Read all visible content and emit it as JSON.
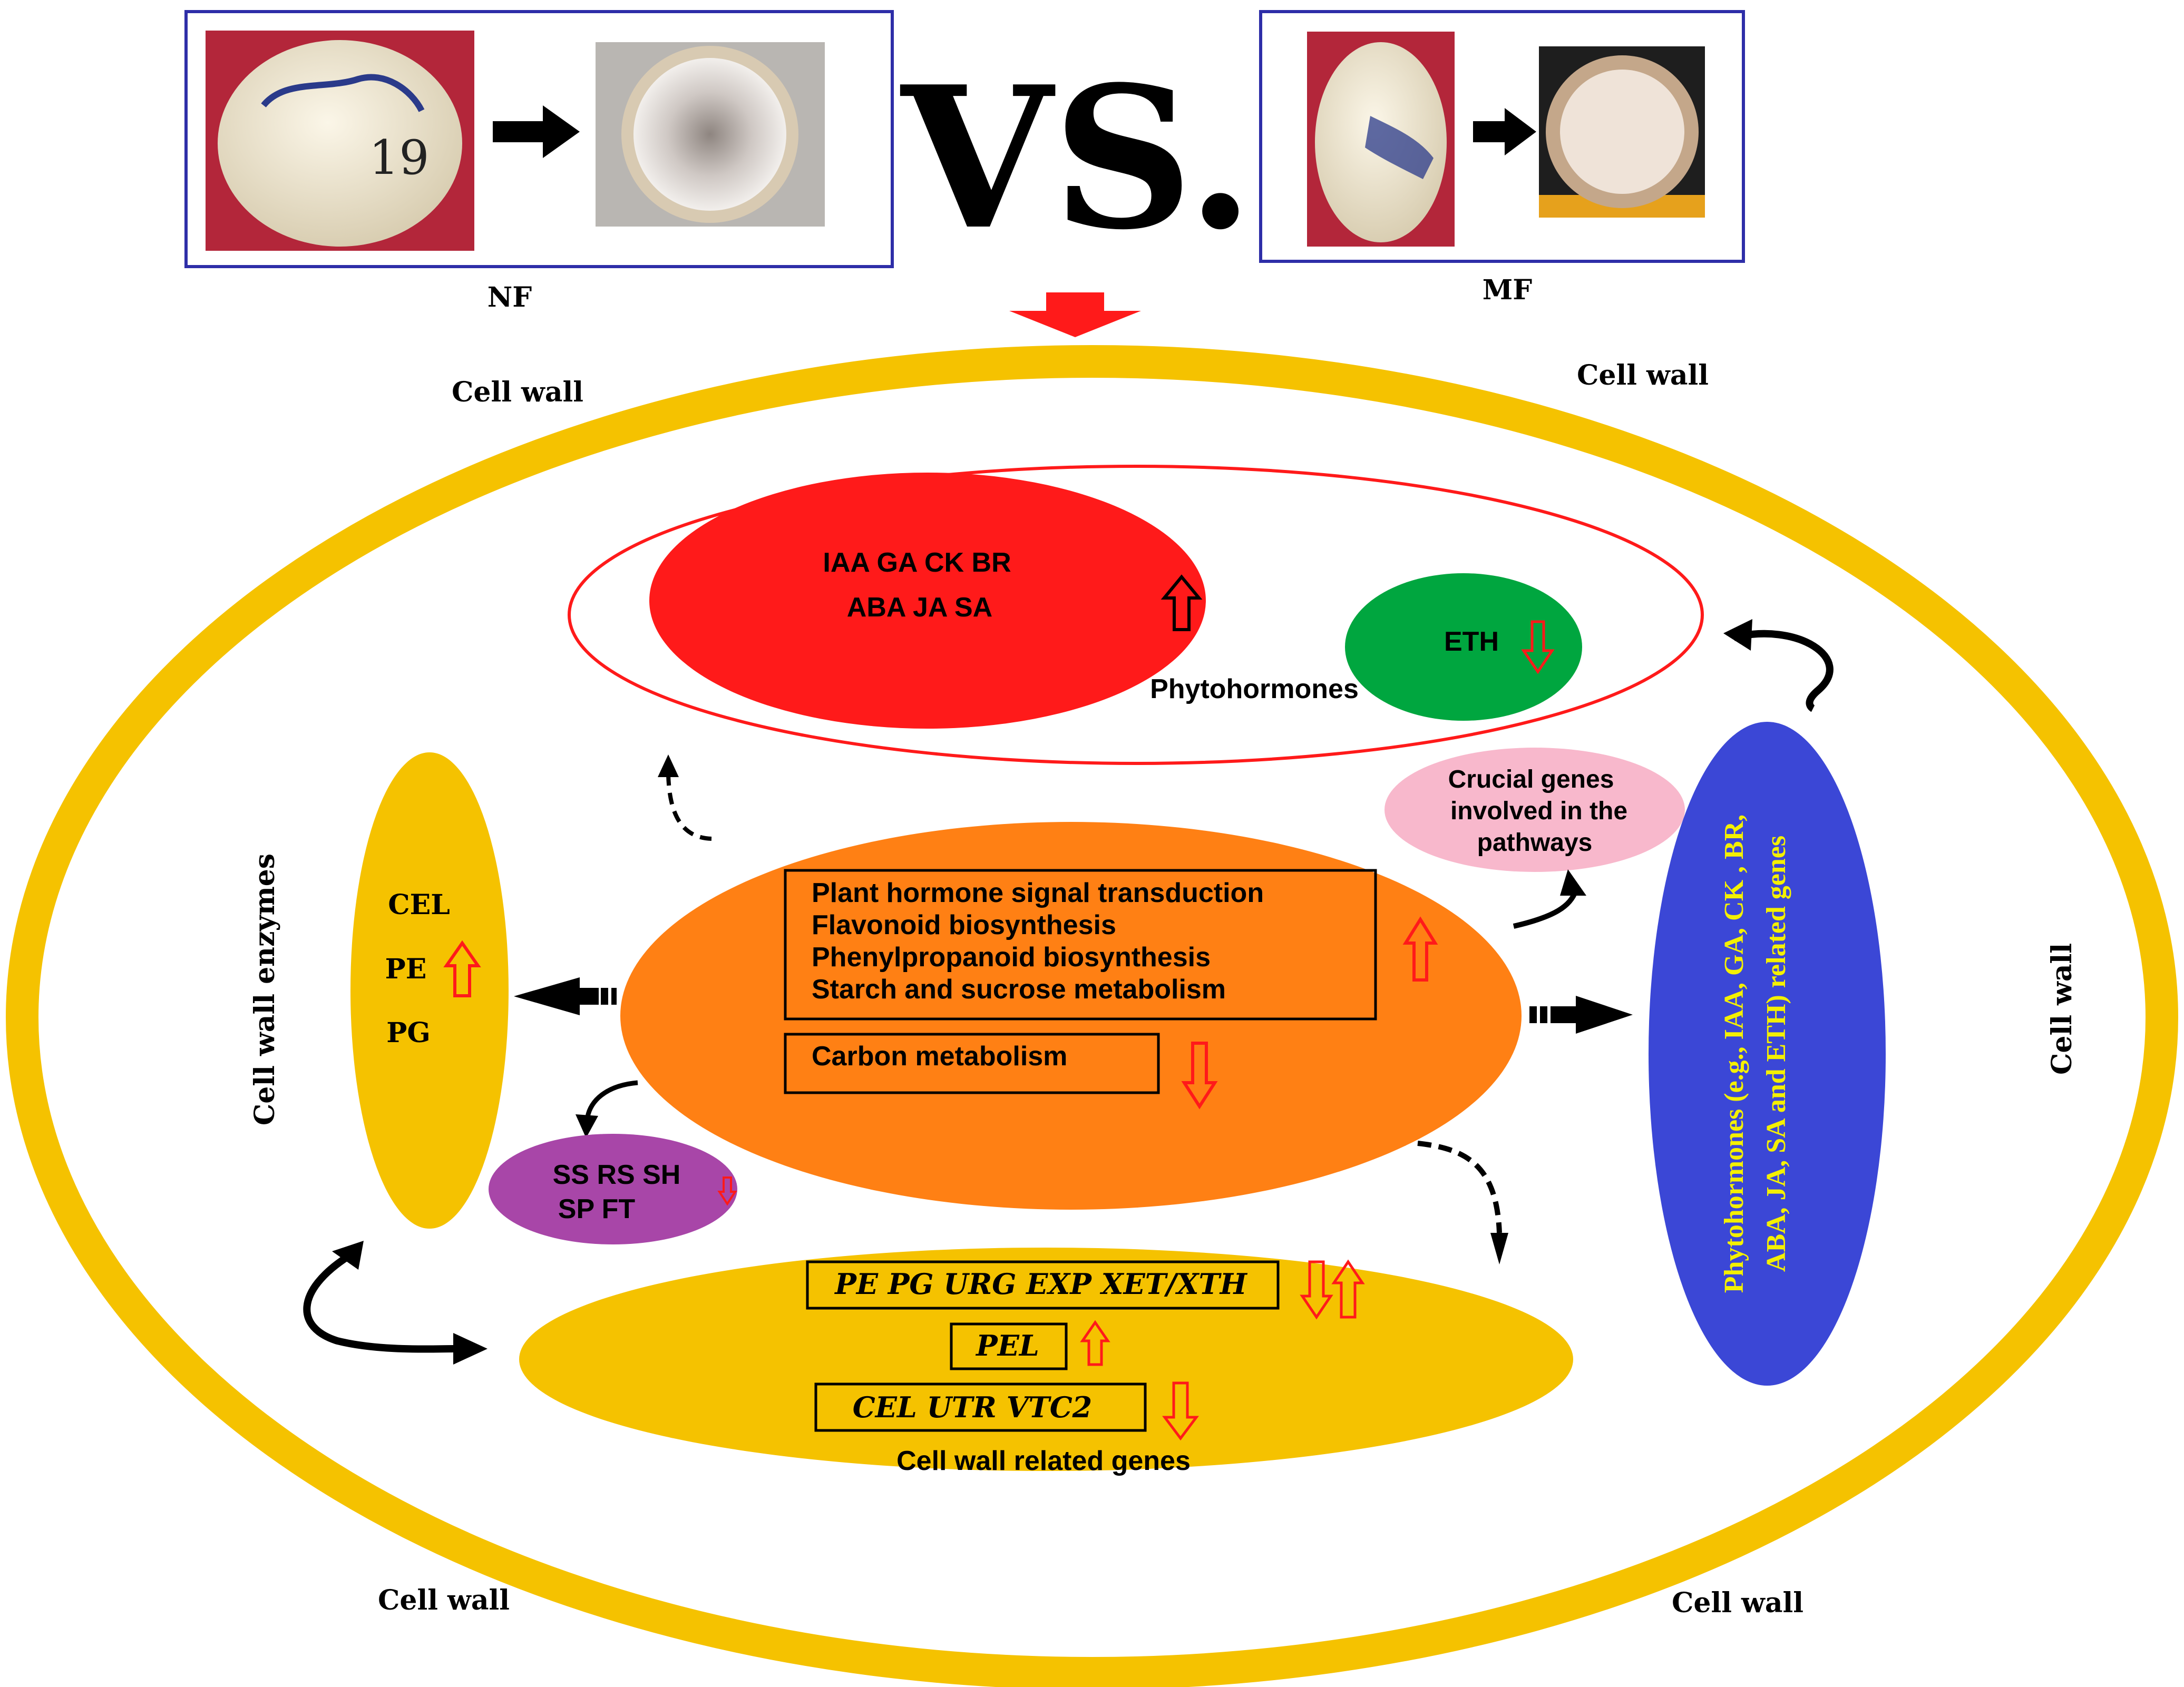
{
  "header": {
    "vs_label": "VS.",
    "left_label": "NF",
    "right_label": "MF"
  },
  "cell_wall": {
    "label": "Cell wall"
  },
  "phytohormones": {
    "up_line1": "IAA  GA CK   BR",
    "up_line2": "ABA  JA  SA",
    "down_label": "ETH",
    "title": "Phytohormones"
  },
  "crucial_genes": {
    "line1": "Crucial genes",
    "line2": "involved in the",
    "line3": "pathways"
  },
  "pathways": {
    "up_items": [
      "Plant hormone signal transduction",
      "Flavonoid biosynthesis",
      "Phenylpropanoid biosynthesis",
      "Starch and sucrose metabolism"
    ],
    "down_items": [
      "Carbon metabolism"
    ]
  },
  "cell_wall_enzymes": {
    "title": "Cell  wall enzymes",
    "items": [
      "CEL",
      "PE",
      "PG"
    ]
  },
  "sugars": {
    "line1": "SS RS SH",
    "line2": "SP FT"
  },
  "cell_wall_genes": {
    "row1": "PE PG URG EXP XET/XTH",
    "row2": "PEL",
    "row3": "CEL UTR VTC2",
    "title": "Cell wall related genes"
  },
  "phytohormone_genes": {
    "line1": "Phytohormones (e.g., IAA, GA, CK , BR,",
    "line2": "ABA, JA, SA and ETH) related genes"
  },
  "colors": {
    "cell_wall": "#f5c200",
    "red": "#ff1a1a",
    "green": "#00a63f",
    "orange": "#ff8014",
    "pink": "#f8b8cc",
    "purple": "#a846a8",
    "blue": "#3b47d6",
    "yellow_text": "#f4f000",
    "photo_frame": "#2e2ea8"
  }
}
